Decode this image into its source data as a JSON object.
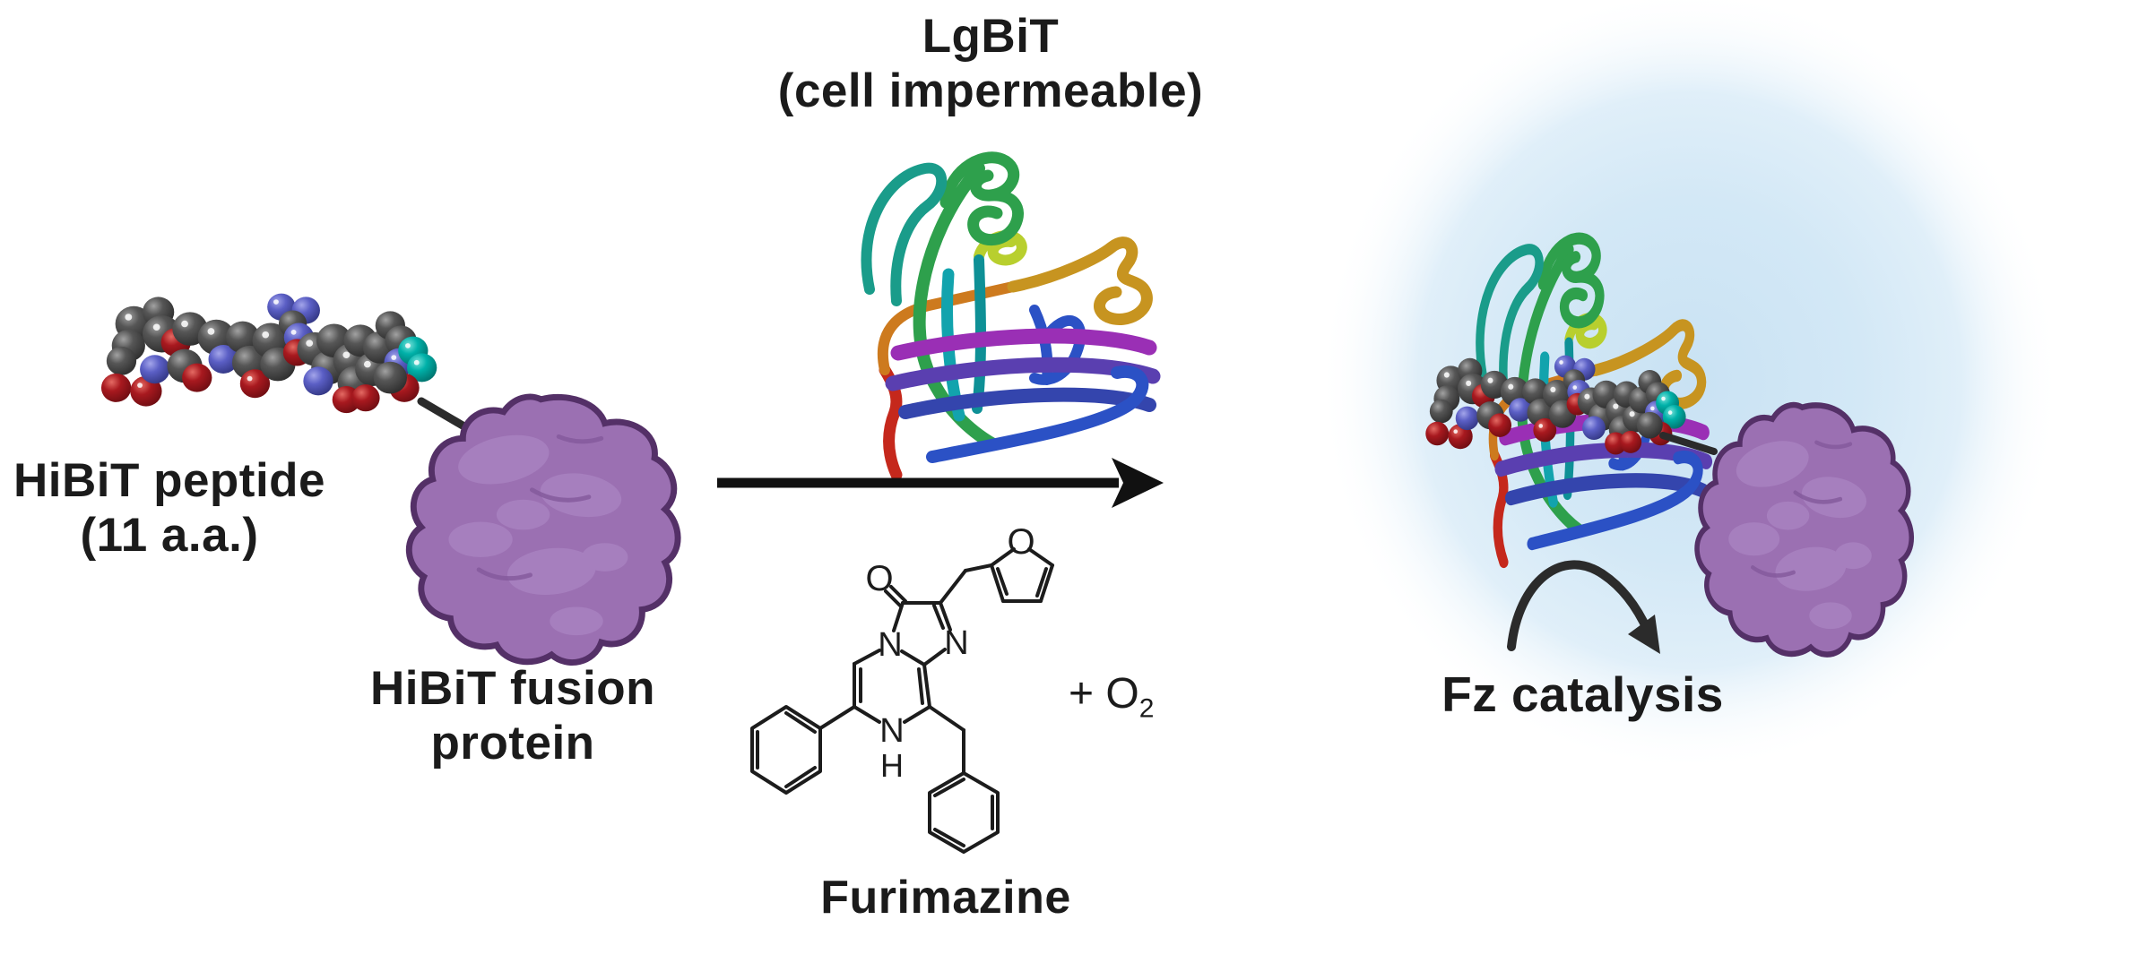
{
  "labels": {
    "lgbit": {
      "line1": "LgBiT",
      "line2": "(cell impermeable)"
    },
    "hibit_peptide": {
      "line1": "HiBiT peptide",
      "line2": "(11 a.a.)"
    },
    "fusion_protein": {
      "line1": "HiBiT fusion",
      "line2": "protein"
    },
    "substrate": "Furimazine",
    "oxygen": {
      "plus_o": "+ O",
      "subscript": "2"
    },
    "catalysis": "Fz catalysis"
  },
  "chem_structure": {
    "name": "Furimazine",
    "atom_labels": {
      "ketone_oxygen": "O",
      "furan_oxygen": "O",
      "imine_nitrogen": "N",
      "bridgehead_nitrogen": "N",
      "ring_nitrogen": "N",
      "ring_nh_hydrogen": "H"
    }
  },
  "graphics": {
    "lgbit_structure": "rainbow-ribbon-protein",
    "hibit_peptide_model": "space-filling-peptide-model",
    "fusion_protein_blob": "purple-surface-protein",
    "reaction_arrow": "right-arrow",
    "catalysis_arrow": "curved-arrow",
    "luminescence_glow": "blue-radial-glow"
  },
  "colors": {
    "background": "#ffffff",
    "text": "#1b1b1b",
    "glow_center": "#c9e2f3",
    "glow_mid": "#d9ebf8",
    "fusion_protein_fill": "#9b70b2",
    "fusion_protein_outline": "#543067",
    "carbon_sphere": "#4f4f4f",
    "oxygen_sphere": "#a8191f",
    "nitrogen_sphere": "#5b5fc5",
    "terminal_sphere_teal": "#00b1a9",
    "ribbon_green": "#2ea04c",
    "ribbon_teal": "#1a9c8a",
    "ribbon_gold": "#c79420",
    "ribbon_magenta": "#9a2fb5",
    "ribbon_blue": "#2b51c5",
    "ribbon_red": "#c5281c",
    "arrow": "#111111"
  }
}
